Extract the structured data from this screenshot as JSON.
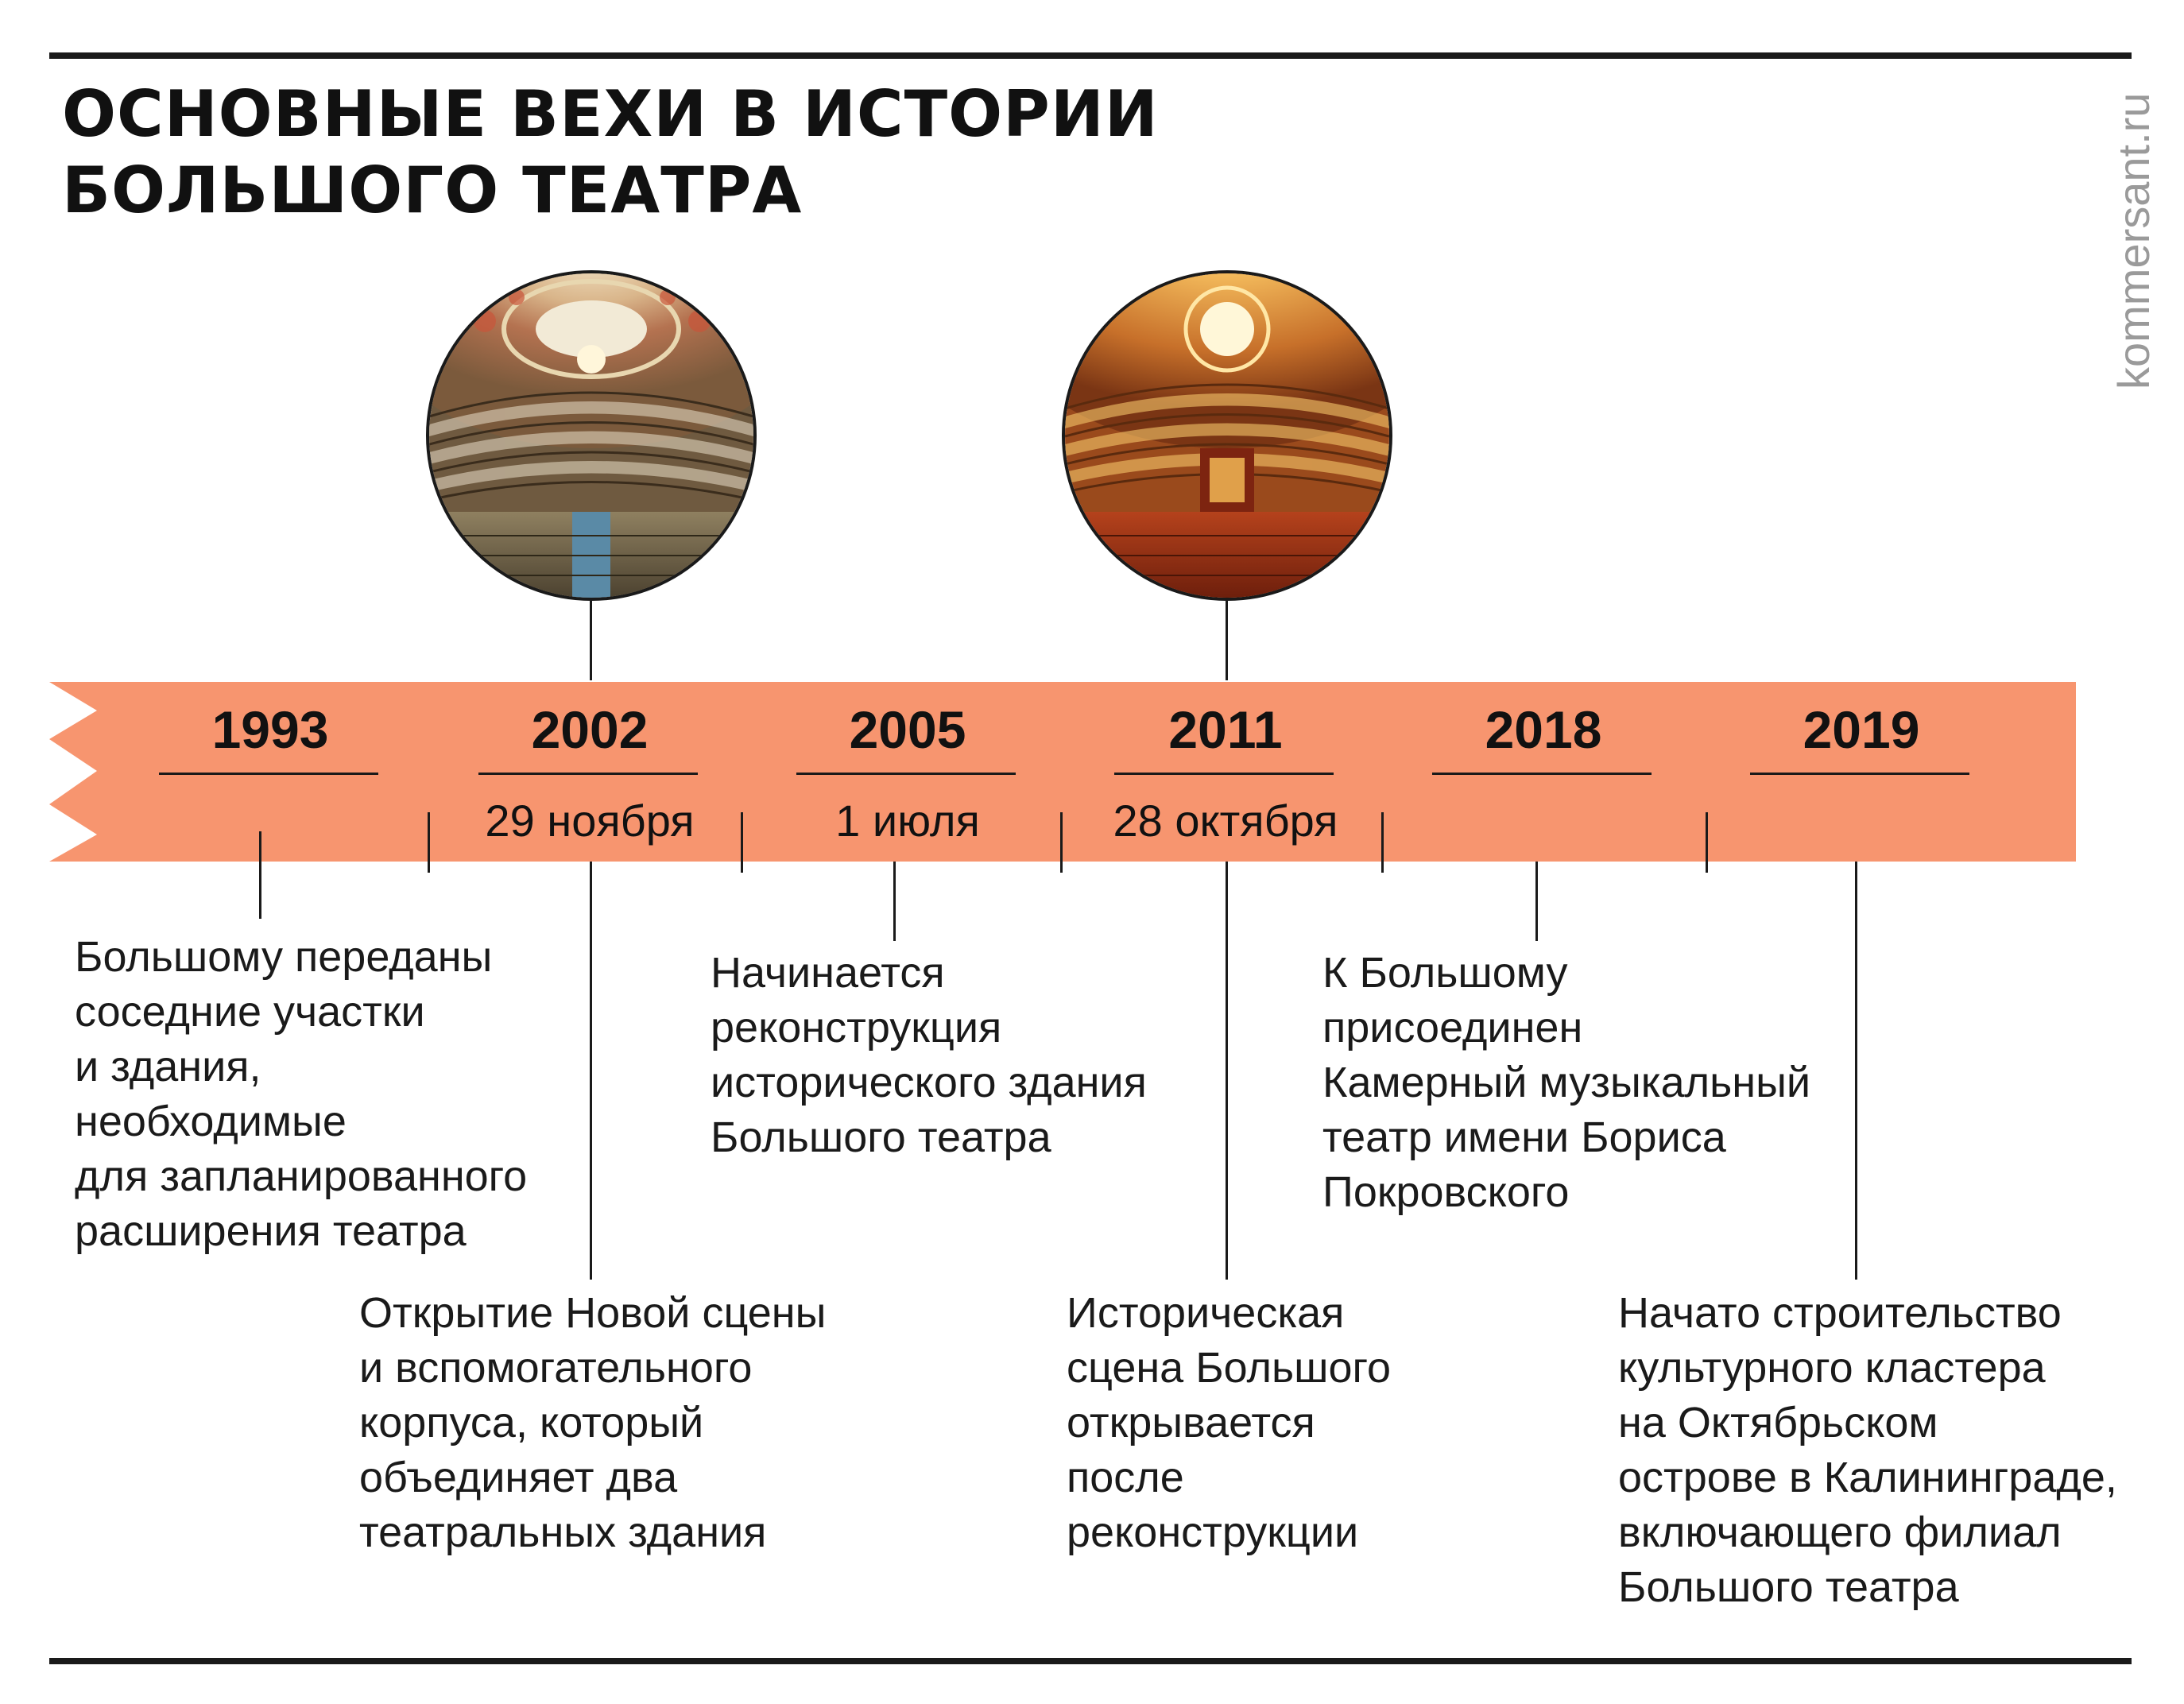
{
  "title": {
    "line1": "ОСНОВНЫЕ ВЕХИ В ИСТОРИИ",
    "line2": "БОЛЬШОГО ТЕАТРА"
  },
  "brand": "kommersant.ru",
  "colors": {
    "band": "#F7956F",
    "text": "#111111",
    "rule": "#1a1a1a"
  },
  "photos": [
    {
      "name": "new-stage-auditorium",
      "icon": "theater-hall-photo"
    },
    {
      "name": "historic-stage-auditorium",
      "icon": "theater-hall-photo"
    }
  ],
  "events": [
    {
      "year": "1993",
      "date": "",
      "text": "Большому переданы\nсоседние участки\nи здания,\nнеобходимые\nдля запланированного\nрасширения театра"
    },
    {
      "year": "2002",
      "date": "29 ноября",
      "text": "Открытие Новой сцены\nи вспомогательного\nкорпуса, который\nобъединяет два\nтеатральных здания"
    },
    {
      "year": "2005",
      "date": "1 июля",
      "text": "Начинается\nреконструкция\nисторического здания\nБольшого театра"
    },
    {
      "year": "2011",
      "date": "28 октября",
      "text": "Историческая\nсцена Большого\nоткрывается\nпосле\nреконструкции"
    },
    {
      "year": "2018",
      "date": "",
      "text": "К Большому\nприсоединен\nКамерный музыкальный\nтеатр имени Бориса\nПокровского"
    },
    {
      "year": "2019",
      "date": "",
      "text": "Начато строительство\nкультурного кластера\nна Октябрьском\nострове в Калининграде,\nвключающего филиал\nБольшого театра"
    }
  ]
}
